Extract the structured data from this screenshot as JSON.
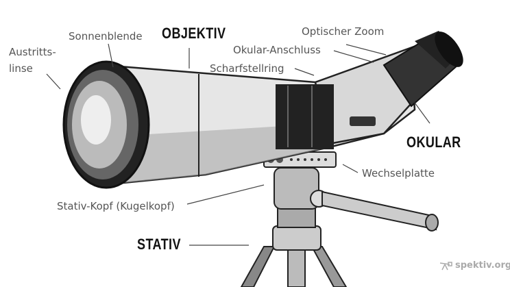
{
  "labels": {
    "austrittslinse": "Austritts-\nlinse",
    "austrittslinse_line1": "Austritts-",
    "austrittslinse_line2": "linse",
    "sonnenblende": "Sonnenblende",
    "objektiv": "OBJEKTIV",
    "optischer_zoom": "Optischer Zoom",
    "okular_anschluss": "Okular-Anschluss",
    "scharfstellring": "Scharfstellring",
    "okular": "OKULAR",
    "wechselplatte": "Wechselplatte",
    "stativ_kopf": "Stativ-Kopf (Kugelkopf)",
    "stativ": "STATIV"
  },
  "watermark": "spektiv.org"
}
